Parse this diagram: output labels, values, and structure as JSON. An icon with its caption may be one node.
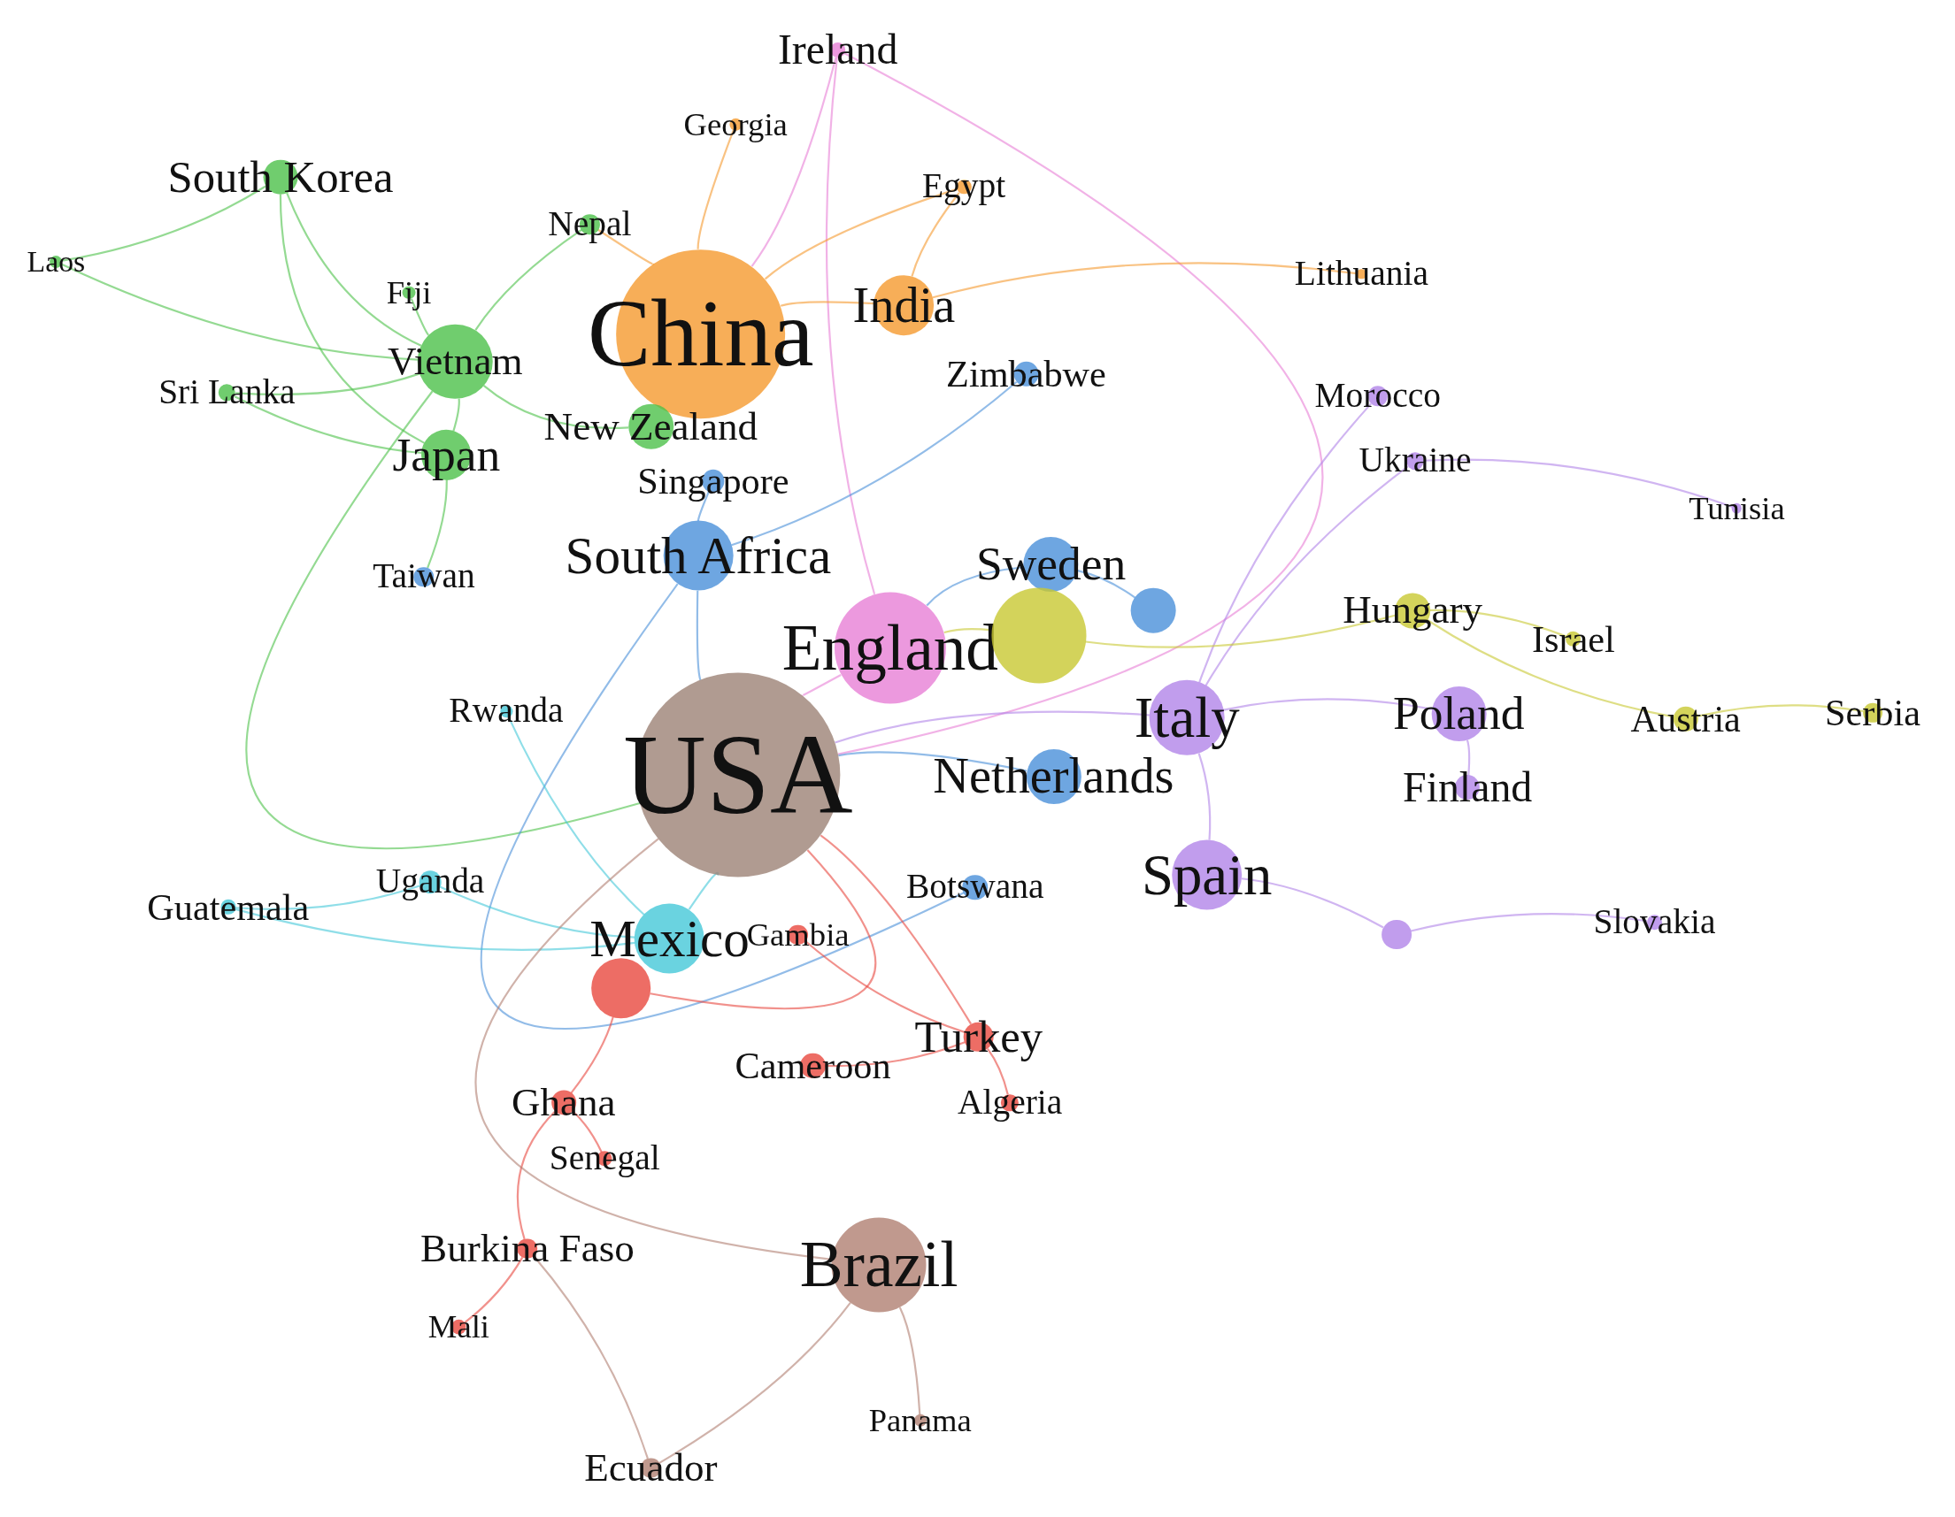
{
  "diagram": {
    "nodes": [
      {
        "text": [
          "Ireland"
        ]
      },
      {
        "text": [
          "Georgia"
        ]
      },
      {
        "text": [
          "South Korea"
        ]
      },
      {
        "text": [
          "Nepal"
        ]
      },
      {
        "text": [
          "Egypt"
        ]
      },
      {
        "text": [
          "Laos"
        ]
      },
      {
        "text": [
          "Fiji"
        ]
      },
      {
        "text": [
          "China"
        ]
      },
      {
        "text": [
          "India"
        ]
      },
      {
        "text": [
          "Lithuania"
        ]
      },
      {
        "text": [
          "Vietnam"
        ]
      },
      {
        "text": [
          "Zimbabwe"
        ]
      },
      {
        "text": [
          "Sri Lanka"
        ]
      },
      {
        "text": [
          "Morocco"
        ]
      },
      {
        "text": [
          "New Zealand"
        ]
      },
      {
        "text": [
          "Japan"
        ]
      },
      {
        "text": [
          "Singapore"
        ]
      },
      {
        "text": [
          "Ukraine"
        ]
      },
      {
        "text": [
          "Tunisia"
        ]
      },
      {
        "text": [
          "South Africa"
        ]
      },
      {
        "text": [
          "Sweden"
        ]
      },
      {
        "text": [
          "Taiwan"
        ]
      },
      {
        "text": [
          "England"
        ]
      },
      {
        "text": [
          "Hungary"
        ]
      },
      {
        "text": [
          "Israel"
        ]
      },
      {
        "text": [
          "Rwanda"
        ]
      },
      {
        "text": [
          "USA"
        ]
      },
      {
        "text": [
          "Italy"
        ]
      },
      {
        "text": [
          "Poland"
        ]
      },
      {
        "text": [
          "Austria"
        ]
      },
      {
        "text": [
          "Serbia"
        ]
      },
      {
        "text": [
          "Netherlands"
        ]
      },
      {
        "text": [
          "Finland"
        ]
      },
      {
        "text": [
          "Spain"
        ]
      },
      {
        "text": [
          "Botswana"
        ]
      },
      {
        "text": [
          "Uganda"
        ]
      },
      {
        "text": [
          "Guatemala"
        ]
      },
      {
        "text": [
          "Slovakia"
        ]
      },
      {
        "text": [
          "Mexico"
        ]
      },
      {
        "text": [
          "Gambia"
        ]
      },
      {
        "text": [
          "Turkey"
        ]
      },
      {
        "text": [
          "Cameroon"
        ]
      },
      {
        "text": [
          "Algeria"
        ]
      },
      {
        "text": [
          "Ghana"
        ]
      },
      {
        "text": [
          "Senegal"
        ]
      },
      {
        "text": [
          "Burkina Faso"
        ]
      },
      {
        "text": [
          "Brazil"
        ]
      },
      {
        "text": [
          "Mali"
        ]
      },
      {
        "text": [
          "Panama"
        ]
      },
      {
        "text": [
          "Ecuador"
        ]
      },
      {
        "text": [],
        "shape": "circle"
      },
      {
        "text": [],
        "shape": "circle"
      },
      {
        "text": [],
        "shape": "circle"
      },
      {
        "text": [],
        "shape": "circle"
      }
    ],
    "edges": [
      {
        "from": 0,
        "to": 22,
        "arrow": "none",
        "color": "#e77fd6"
      },
      {
        "from": 0,
        "to": 7,
        "arrow": "none",
        "color": "#e77fd6"
      },
      {
        "from": 0,
        "to": 26,
        "arrow": "none",
        "color": "#e77fd6"
      },
      {
        "from": 1,
        "to": 7,
        "arrow": "none",
        "color": "#f59a2e"
      },
      {
        "from": 4,
        "to": 7,
        "arrow": "none",
        "color": "#f59a2e"
      },
      {
        "from": 8,
        "to": 7,
        "arrow": "none",
        "color": "#f59a2e"
      },
      {
        "from": 9,
        "to": 8,
        "arrow": "none",
        "color": "#f59a2e"
      },
      {
        "from": 7,
        "to": 3,
        "arrow": "none",
        "color": "#f59a2e"
      },
      {
        "from": 4,
        "to": 8,
        "arrow": "none",
        "color": "#f59a2e"
      },
      {
        "from": 2,
        "to": 10,
        "arrow": "none",
        "color": "#4cc14a"
      },
      {
        "from": 5,
        "to": 2,
        "arrow": "none",
        "color": "#4cc14a"
      },
      {
        "from": 5,
        "to": 10,
        "arrow": "none",
        "color": "#4cc14a"
      },
      {
        "from": 6,
        "to": 10,
        "arrow": "none",
        "color": "#4cc14a"
      },
      {
        "from": 3,
        "to": 10,
        "arrow": "none",
        "color": "#4cc14a"
      },
      {
        "from": 12,
        "to": 10,
        "arrow": "none",
        "color": "#4cc14a"
      },
      {
        "from": 12,
        "to": 15,
        "arrow": "none",
        "color": "#4cc14a"
      },
      {
        "from": 14,
        "to": 10,
        "arrow": "none",
        "color": "#4cc14a"
      },
      {
        "from": 15,
        "to": 10,
        "arrow": "none",
        "color": "#4cc14a"
      },
      {
        "from": 21,
        "to": 15,
        "arrow": "none",
        "color": "#4cc14a"
      },
      {
        "from": 10,
        "to": 26,
        "arrow": "none",
        "color": "#4cc14a"
      },
      {
        "from": 2,
        "to": 15,
        "arrow": "none",
        "color": "#4cc14a"
      },
      {
        "from": 11,
        "to": 19,
        "arrow": "none",
        "color": "#4a90d9"
      },
      {
        "from": 16,
        "to": 19,
        "arrow": "none",
        "color": "#4a90d9"
      },
      {
        "from": 19,
        "to": 26,
        "arrow": "none",
        "color": "#4a90d9"
      },
      {
        "from": 20,
        "to": 22,
        "arrow": "none",
        "color": "#4a90d9"
      },
      {
        "from": 31,
        "to": 26,
        "arrow": "none",
        "color": "#4a90d9"
      },
      {
        "from": 34,
        "to": 19,
        "arrow": "none",
        "color": "#4a90d9"
      },
      {
        "from": 51,
        "to": 20,
        "arrow": "none",
        "color": "#4a90d9"
      },
      {
        "from": 25,
        "to": 38,
        "arrow": "none",
        "color": "#45c8d8"
      },
      {
        "from": 35,
        "to": 38,
        "arrow": "none",
        "color": "#45c8d8"
      },
      {
        "from": 36,
        "to": 35,
        "arrow": "none",
        "color": "#45c8d8"
      },
      {
        "from": 36,
        "to": 38,
        "arrow": "none",
        "color": "#45c8d8"
      },
      {
        "from": 38,
        "to": 26,
        "arrow": "none",
        "color": "#45c8d8"
      },
      {
        "from": 13,
        "to": 27,
        "arrow": "none",
        "color": "#b184e8"
      },
      {
        "from": 17,
        "to": 27,
        "arrow": "none",
        "color": "#b184e8"
      },
      {
        "from": 18,
        "to": 17,
        "arrow": "none",
        "color": "#b184e8"
      },
      {
        "from": 27,
        "to": 26,
        "arrow": "none",
        "color": "#b184e8"
      },
      {
        "from": 28,
        "to": 27,
        "arrow": "none",
        "color": "#b184e8"
      },
      {
        "from": 32,
        "to": 28,
        "arrow": "none",
        "color": "#b184e8"
      },
      {
        "from": 33,
        "to": 27,
        "arrow": "none",
        "color": "#b184e8"
      },
      {
        "from": 37,
        "to": 52,
        "arrow": "none",
        "color": "#b184e8"
      },
      {
        "from": 52,
        "to": 33,
        "arrow": "none",
        "color": "#b184e8"
      },
      {
        "from": 23,
        "to": 50,
        "arrow": "none",
        "color": "#c8c832"
      },
      {
        "from": 24,
        "to": 23,
        "arrow": "none",
        "color": "#c8c832"
      },
      {
        "from": 29,
        "to": 23,
        "arrow": "none",
        "color": "#c8c832"
      },
      {
        "from": 30,
        "to": 29,
        "arrow": "none",
        "color": "#c8c832"
      },
      {
        "from": 50,
        "to": 22,
        "arrow": "none",
        "color": "#c8c832"
      },
      {
        "from": 39,
        "to": 40,
        "arrow": "none",
        "color": "#e8483f"
      },
      {
        "from": 40,
        "to": 26,
        "arrow": "none",
        "color": "#e8483f"
      },
      {
        "from": 41,
        "to": 40,
        "arrow": "none",
        "color": "#e8483f"
      },
      {
        "from": 42,
        "to": 40,
        "arrow": "none",
        "color": "#e8483f"
      },
      {
        "from": 43,
        "to": 53,
        "arrow": "none",
        "color": "#e8483f"
      },
      {
        "from": 44,
        "to": 43,
        "arrow": "none",
        "color": "#e8483f"
      },
      {
        "from": 45,
        "to": 43,
        "arrow": "none",
        "color": "#e8483f"
      },
      {
        "from": 47,
        "to": 45,
        "arrow": "none",
        "color": "#e8483f"
      },
      {
        "from": 53,
        "to": 26,
        "arrow": "none",
        "color": "#e8483f"
      },
      {
        "from": 46,
        "to": 26,
        "arrow": "none",
        "color": "#b07f72"
      },
      {
        "from": 48,
        "to": 46,
        "arrow": "none",
        "color": "#b07f72"
      },
      {
        "from": 49,
        "to": 46,
        "arrow": "none",
        "color": "#b07f72"
      },
      {
        "from": 49,
        "to": 45,
        "arrow": "none",
        "color": "#b07f72"
      },
      {
        "from": 22,
        "to": 26,
        "arrow": "none",
        "color": "#e77fd6"
      }
    ]
  }
}
